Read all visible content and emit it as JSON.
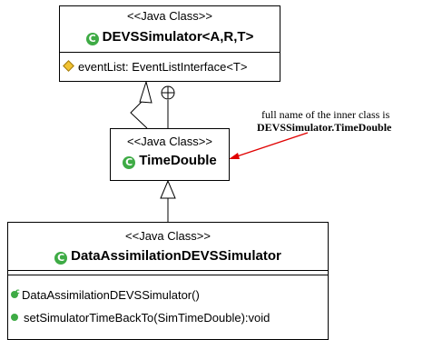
{
  "devs_simulator": {
    "stereotype": "<<Java Class>>",
    "icon": "C",
    "name": "DEVSSimulator<A,R,T>",
    "attributes": [
      "eventList: EventListInterface<T>"
    ]
  },
  "time_double": {
    "stereotype": "<<Java Class>>",
    "icon": "C",
    "name": "TimeDouble"
  },
  "data_assimilation": {
    "stereotype": "<<Java Class>>",
    "icon": "C",
    "name": "DataAssimilationDEVSSimulator",
    "constructor_marker": "c",
    "operations": [
      "DataAssimilationDEVSSimulator()",
      "setSimulatorTimeBackTo(SimTimeDouble):void"
    ]
  },
  "note": {
    "line1": "full name of the inner class is",
    "line2": "DEVSSimulator.TimeDouble"
  },
  "colors": {
    "class_icon": "#3eab45",
    "attribute_icon": "#f1c232",
    "arrow": "#e00000"
  }
}
